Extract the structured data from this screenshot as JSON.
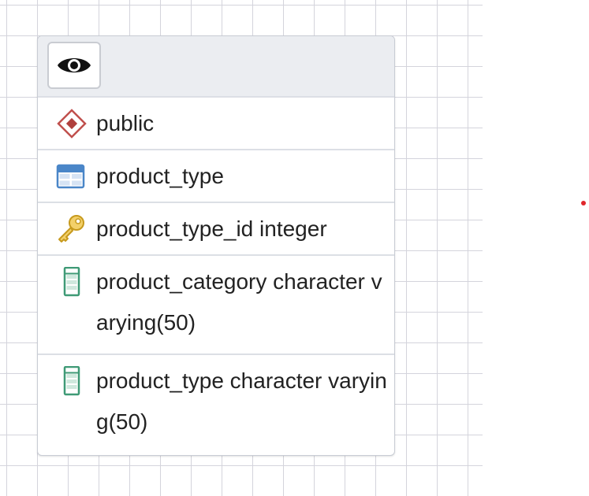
{
  "table": {
    "schema": "public",
    "name": "product_type",
    "columns": [
      {
        "name": "product_type_id",
        "type": "integer",
        "is_primary_key": true,
        "text": "product_type_id integer"
      },
      {
        "name": "product_category",
        "type": "character varying(50)",
        "is_primary_key": false,
        "text": "product_category character varying(50)"
      },
      {
        "name": "product_type",
        "type": "character varying(50)",
        "is_primary_key": false,
        "text": "product_type character varying(50)"
      }
    ]
  },
  "icons": {
    "header": "eye-icon",
    "schema": "schema-diamond-icon",
    "table": "table-icon",
    "primary_key": "key-icon",
    "column": "column-icon"
  },
  "colors": {
    "grid_line": "#d4d4dc",
    "header_bg": "#ebedf1",
    "schema_icon": "#c0504d",
    "table_icon": "#4a86c8",
    "key_icon": "#d8b43a",
    "column_icon": "#3f9a76",
    "marker": "#e0262b"
  }
}
